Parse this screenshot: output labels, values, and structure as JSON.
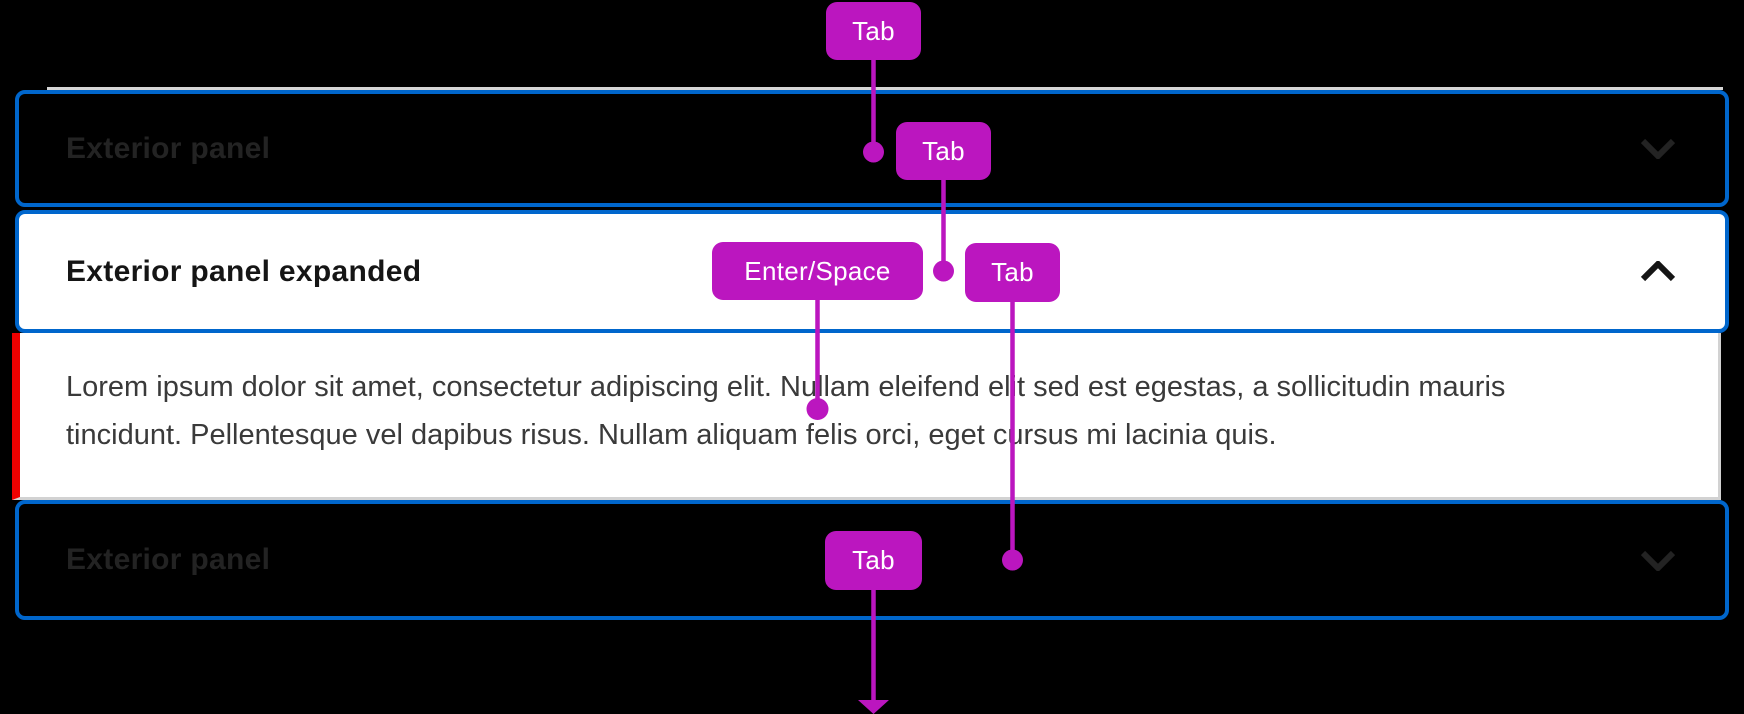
{
  "diagram": {
    "accordion": {
      "panels": [
        {
          "title": "Exterior panel",
          "state": "collapsed",
          "icon": "chevron-down-icon"
        },
        {
          "title": "Exterior panel expanded",
          "state": "expanded",
          "icon": "chevron-up-icon",
          "content": "Lorem ipsum dolor sit amet, consectetur adipiscing elit. Nullam eleifend elit sed est egestas, a sollicitudin mauris tincidunt. Pellentesque vel dapibus risus. Nullam aliquam felis orci, eget cursus mi lacinia quis."
        },
        {
          "title": "Exterior panel",
          "state": "collapsed",
          "icon": "chevron-down-icon"
        }
      ]
    },
    "annotations": {
      "badges": [
        {
          "label": "Tab"
        },
        {
          "label": "Tab"
        },
        {
          "label": "Enter/Space"
        },
        {
          "label": "Tab"
        },
        {
          "label": "Tab"
        }
      ],
      "connector_style": "line-with-dot",
      "exit_marker": "down-arrow"
    },
    "colors": {
      "background": "#000000",
      "focus_outline_blue": "#0066cc",
      "annotation_magenta": "#bb16bf",
      "expanded_accent_red": "#ee0000",
      "hairline_gray": "#d6d6d6",
      "collapsed_text": "#232323",
      "expanded_title_text": "#151515",
      "body_text": "#3a3a3a",
      "badge_text": "#ffffff"
    }
  }
}
